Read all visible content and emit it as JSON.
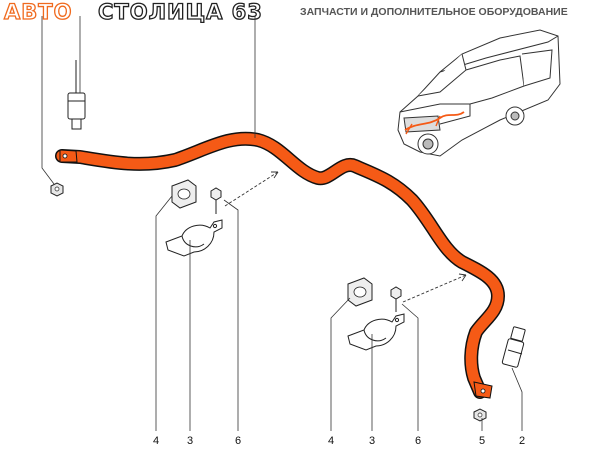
{
  "header": {
    "brand_auto": "АВТО",
    "brand_rest": "СТОЛИЦА 63",
    "tagline": "ЗАПЧАСТИ И ДОПОЛНИТЕЛЬНОЕ ОБОРУДОВАНИЕ"
  },
  "callouts": [
    "4",
    "3",
    "6",
    "4",
    "3",
    "6",
    "5",
    "2"
  ],
  "colors": {
    "stabilizer_bar": "#f55a16",
    "brand_accent": "#f06a1e",
    "line_art": "#222222"
  }
}
